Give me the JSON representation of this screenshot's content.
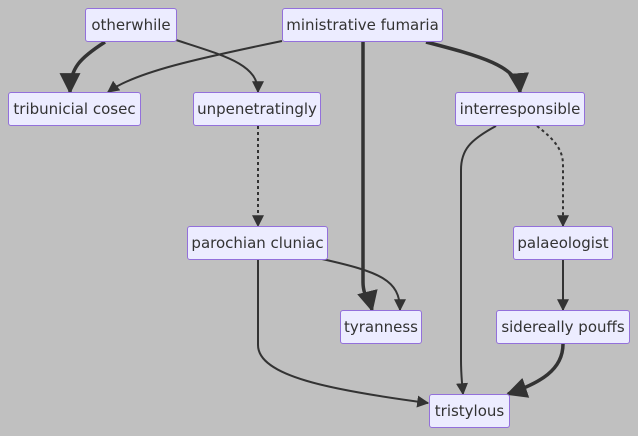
{
  "diagram": {
    "colors": {
      "background": "#c0c0c0",
      "node_fill": "#ececff",
      "node_border": "#9370db",
      "text": "#333333",
      "edge": "#333333"
    },
    "nodes": {
      "otherwhile": "otherwhile",
      "ministrative_fumaria": "ministrative fumaria",
      "tribunicial_cosec": "tribunicial cosec",
      "unpenetratingly": "unpenetratingly",
      "interresponsible": "interresponsible",
      "parochian_cluniac": "parochian cluniac",
      "palaeologist": "palaeologist",
      "tyranness": "tyranness",
      "sidereally_pouffs": "sidereally pouffs",
      "tristylous": "tristylous"
    },
    "edges": [
      {
        "from": "otherwhile",
        "to": "tribunicial cosec",
        "style": "thick"
      },
      {
        "from": "otherwhile",
        "to": "unpenetratingly",
        "style": "normal"
      },
      {
        "from": "ministrative fumaria",
        "to": "tribunicial cosec",
        "style": "normal"
      },
      {
        "from": "ministrative fumaria",
        "to": "tyranness",
        "style": "thick"
      },
      {
        "from": "ministrative fumaria",
        "to": "interresponsible",
        "style": "thick"
      },
      {
        "from": "unpenetratingly",
        "to": "parochian cluniac",
        "style": "dotted"
      },
      {
        "from": "interresponsible",
        "to": "palaeologist",
        "style": "dotted"
      },
      {
        "from": "interresponsible",
        "to": "tristylous",
        "style": "normal"
      },
      {
        "from": "parochian cluniac",
        "to": "tyranness",
        "style": "normal"
      },
      {
        "from": "parochian cluniac",
        "to": "tristylous",
        "style": "normal"
      },
      {
        "from": "palaeologist",
        "to": "sidereally pouffs",
        "style": "normal"
      },
      {
        "from": "sidereally pouffs",
        "to": "tristylous",
        "style": "thick"
      }
    ]
  }
}
